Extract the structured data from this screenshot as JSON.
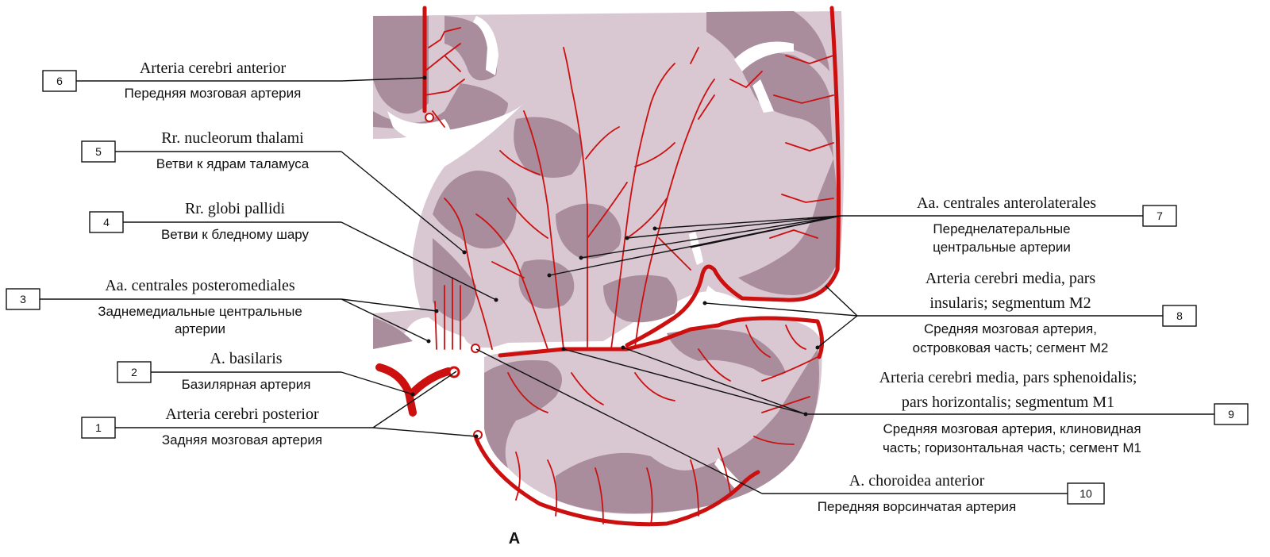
{
  "panel_label": "A",
  "labels": [
    {
      "num": "6",
      "latin": "Arteria cerebri anterior",
      "russian": [
        "Передняя мозговая артерия"
      ]
    },
    {
      "num": "5",
      "latin": "Rr. nucleorum thalami",
      "russian": [
        "Ветви к ядрам таламуса"
      ]
    },
    {
      "num": "4",
      "latin": "Rr. globi pallidi",
      "russian": [
        "Ветви к бледному шару"
      ]
    },
    {
      "num": "3",
      "latin": "Aa. centrales posteromediales",
      "russian": [
        "Заднемедиальные центральные",
        "артерии"
      ]
    },
    {
      "num": "2",
      "latin": "A. basilaris",
      "russian": [
        "Базилярная артерия"
      ]
    },
    {
      "num": "1",
      "latin": "Arteria cerebri posterior",
      "russian": [
        "Задняя мозговая артерия"
      ]
    },
    {
      "num": "7",
      "latin": "Aa. centrales anterolaterales",
      "russian": [
        "Переднелатеральные",
        "центральные артерии"
      ]
    },
    {
      "num": "8",
      "latin": [
        "Arteria cerebri media, pars",
        "insularis; segmentum M2"
      ],
      "russian": [
        "Средняя мозговая артерия,",
        "островковая часть; сегмент M2"
      ]
    },
    {
      "num": "9",
      "latin": [
        "Arteria cerebri media, pars sphenoidalis;",
        "pars horizontalis; segmentum M1"
      ],
      "russian": [
        "Средняя мозговая артерия, клиновидная",
        "часть; горизонтальная часть; сегмент M1"
      ]
    },
    {
      "num": "10",
      "latin": "A. choroidea anterior",
      "russian": [
        "Передняя ворсинчатая артерия"
      ]
    }
  ],
  "colors": {
    "white_matter": "#d9c8d2",
    "gray_matter": "#a98d9c",
    "artery": "#cc1010",
    "outline": "#111111"
  }
}
